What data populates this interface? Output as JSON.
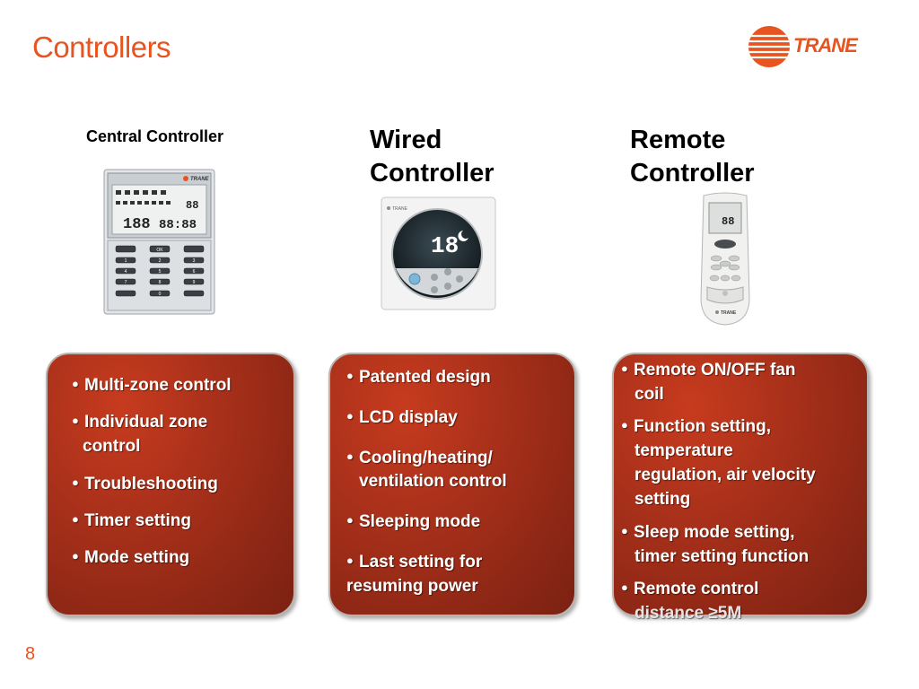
{
  "page": {
    "title": "Controllers",
    "number": "8"
  },
  "brand": {
    "logo_text": "TRANE",
    "accent": "#e8541f"
  },
  "columns": {
    "central": {
      "heading": "Central Controller",
      "device_logo": "TRANE",
      "screen": {
        "left_num": "188",
        "right_num": "88:88",
        "top_num": "88"
      },
      "keys": [
        "1",
        "2",
        "3",
        "4",
        "5",
        "6",
        "7",
        "8",
        "9",
        "0",
        "OK"
      ],
      "bullets": [
        "Multi-zone  control",
        "Individual zone",
        "control",
        "Troubleshooting",
        "Timer setting",
        "Mode setting"
      ]
    },
    "wired": {
      "heading_line1": "Wired",
      "heading_line2": "Controller",
      "device_logo": "TRANE",
      "screen_num": "18",
      "bullets": [
        "Patented design",
        "LCD display",
        "Cooling/heating/",
        "ventilation control",
        "Sleeping mode",
        "Last setting for",
        "resuming power"
      ]
    },
    "remote": {
      "heading_line1": "Remote",
      "heading_line2": "Controller",
      "device_logo": "TRANE",
      "screen_num": "88",
      "bullets": [
        "Remote ON/OFF fan",
        "coil",
        "Function setting,",
        "temperature",
        "regulation, air velocity",
        "setting",
        "Sleep mode setting,",
        "timer setting function",
        "Remote control",
        "distance ≥5M"
      ]
    }
  }
}
